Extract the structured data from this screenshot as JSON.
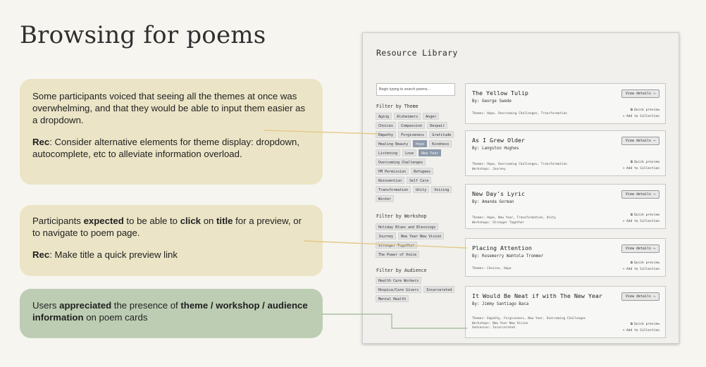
{
  "slide": {
    "title": "Browsing for poems"
  },
  "callouts": [
    {
      "line1": "Some participants voiced that seeing all the themes at once was overwhelming, and that they would be able to input them easier as a dropdown.",
      "rec_label": "Rec",
      "rec_text": ": Consider alternative elements for theme display: dropdown, autocomplete, etc to alleviate information overload."
    },
    {
      "p1_a": "Participants ",
      "p1_b": "expected",
      "p1_c": " to be able to ",
      "p1_d": "click",
      "p1_e": " on ",
      "p1_f": "title",
      "p1_g": " for a preview, or to navigate to poem page.",
      "rec_label": "Rec",
      "rec_text": ": Make title a quick preview link"
    },
    {
      "p1_a": "Users ",
      "p1_b": "appreciated",
      "p1_c": " the presence of ",
      "p1_d": "theme / workshop / audience information",
      "p1_e": " on poem cards"
    }
  ],
  "library": {
    "title": "Resource Library",
    "search_placeholder": "Begin typing to search poems...",
    "theme_heading": "Filter by Theme",
    "themes": [
      "Aging",
      "Alzheimers",
      "Anger",
      "Choices",
      "Compassion",
      "Despair",
      "Empathy",
      "Forgiveness",
      "Gratitude",
      "Healing Beauty",
      "Hope",
      "Kindness",
      "Listening",
      "Love",
      "New Year",
      "Overcoming Challenges",
      "PM Permission",
      "Refugees",
      "Reinvention",
      "Self Care",
      "Transformation",
      "Unity",
      "Voicing",
      "Winter"
    ],
    "selected_themes": [
      "Hope",
      "New Year"
    ],
    "workshop_heading": "Filter by Workshop",
    "workshops": [
      "Holiday Blues and Blessings",
      "Journey",
      "New Year New Vision",
      "Stronger Together",
      "The Power of Voice"
    ],
    "audience_heading": "Filter by Audience",
    "audiences": [
      "Health Care Workers",
      "Hospice/Care Givers",
      "Incarcerated",
      "Mental Health"
    ],
    "view_label": "View details →",
    "quick_preview_label": "Quick preview",
    "add_label": "Add to Collection",
    "quick_preview_icon": "external-link-icon",
    "add_icon": "plus-icon",
    "cards": [
      {
        "title": "The Yellow Tulip",
        "author": "By: George Swede",
        "meta": [
          "Themes: Hope, Overcoming Challenges, Transformation"
        ]
      },
      {
        "title": "As I Grew Older",
        "author": "By: Langston Hughes",
        "meta": [
          "Themes: Hope, Overcoming Challenges, Transformation",
          "Workshops: Journey"
        ]
      },
      {
        "title": "New Day's Lyric",
        "author": "By: Amanda Gorman",
        "meta": [
          "Themes: Hope, New Year, Transformation, Unity",
          "Workshops: Stronger Together"
        ]
      },
      {
        "title": "Placing Attention",
        "author": "By: Rosemerry Wahtola Trommer",
        "meta": [
          "Themes: Choices, Hope"
        ]
      },
      {
        "title": "It Would Be Neat if with The New Year",
        "author": "By: Jimmy Santiago Baca",
        "meta": [
          "Themes: Empathy, Forgiveness, New Year, Overcoming Challenges",
          "Workshops: New Year New Vision",
          "Audiences: Incarcerated"
        ]
      }
    ]
  },
  "colors": {
    "callout_yellow": "#ebe4c6",
    "callout_green": "#bdcdb4",
    "connector_yellow": "#e4c988",
    "connector_green": "#a9bfa2",
    "tag_selected": "#8d9bab"
  }
}
